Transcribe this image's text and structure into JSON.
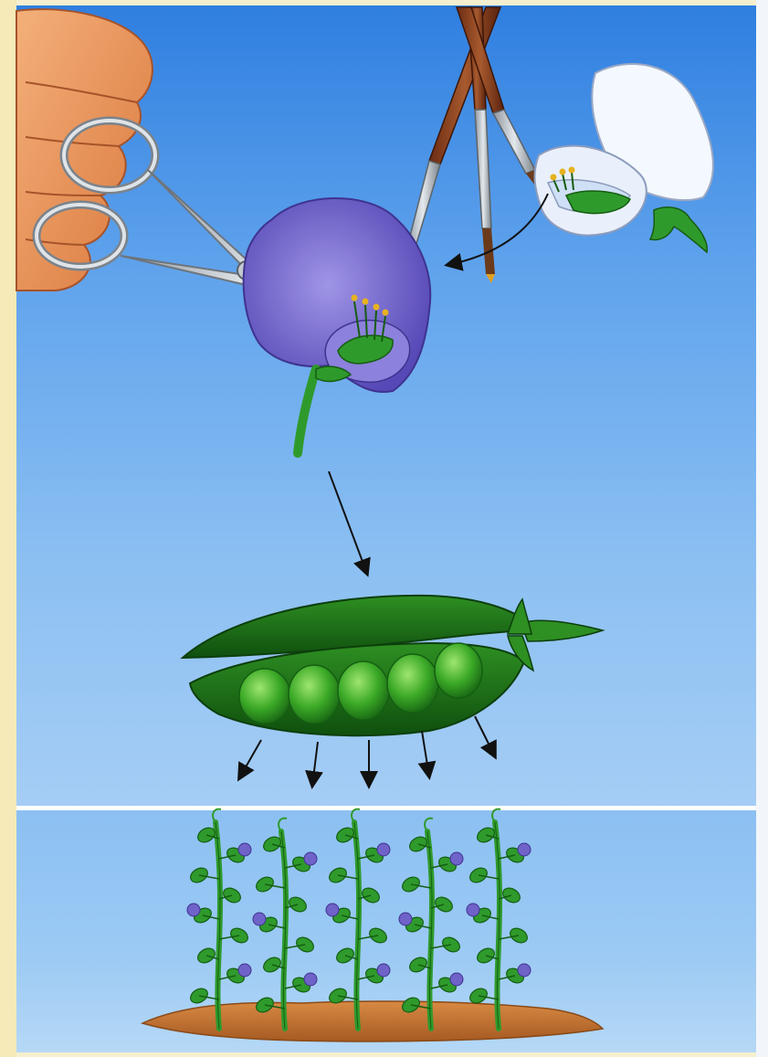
{
  "figure": {
    "stages": [
      {
        "id": "cross-pollination",
        "items": [
          "scissors",
          "purple-flower",
          "paintbrushes",
          "white-flower"
        ]
      },
      {
        "id": "seed-pod",
        "items": [
          "pea-pod",
          "peas"
        ]
      },
      {
        "id": "offspring",
        "items": [
          "pea-plants",
          "soil"
        ]
      }
    ]
  },
  "colors": {
    "sky_top": "#2f7fe0",
    "sky_bottom": "#a5cdf5",
    "purple_flower": "#6f62c8",
    "white_flower": "#f4f8ff",
    "pea_green": "#2f9a2c",
    "soil": "#c7742f",
    "skin": "#e8945a"
  },
  "counts": {
    "peas": 5,
    "offspring_plants": 5,
    "down_arrows": 5
  }
}
